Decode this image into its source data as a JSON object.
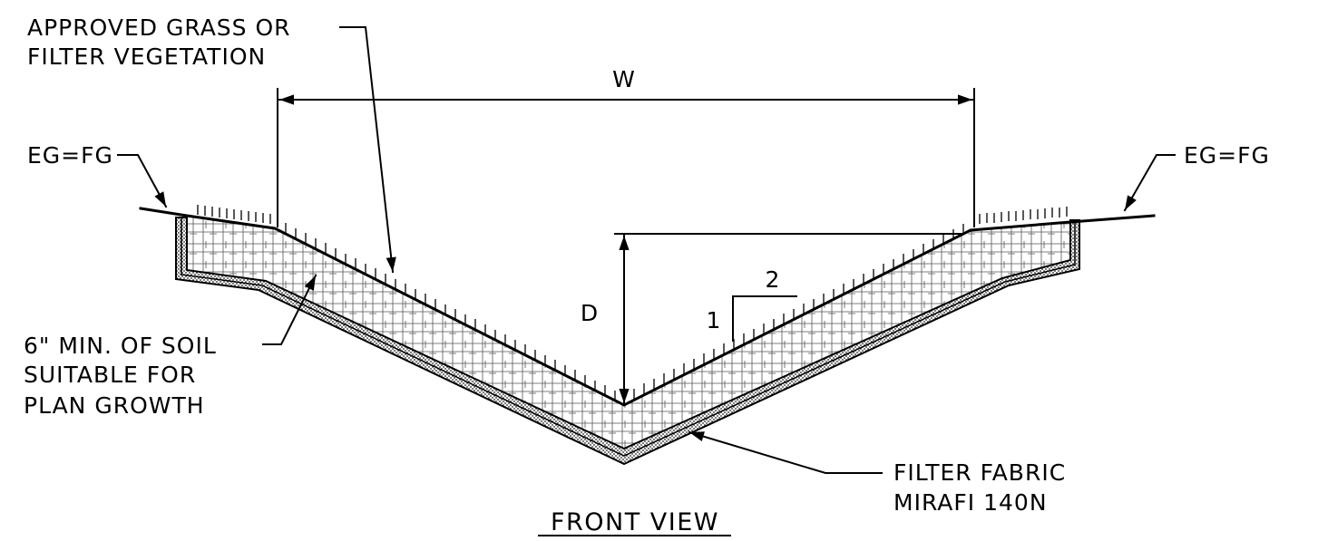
{
  "labels": {
    "grass_line1": "APPROVED GRASS OR",
    "grass_line2": "FILTER VEGETATION",
    "eg_left": "EG=FG",
    "eg_right": "EG=FG",
    "width": "W",
    "depth": "D",
    "slope_run": "2",
    "slope_rise": "1",
    "soil_line1": "6\" MIN. OF SOIL",
    "soil_line2": "SUITABLE FOR",
    "soil_line3": "PLAN GROWTH",
    "fabric_line1": "FILTER FABRIC",
    "fabric_line2": "MIRAFI 140N",
    "view_title": "FRONT VIEW"
  },
  "colors": {
    "line": "#000000",
    "hatch": "#333333",
    "background": "#ffffff"
  }
}
